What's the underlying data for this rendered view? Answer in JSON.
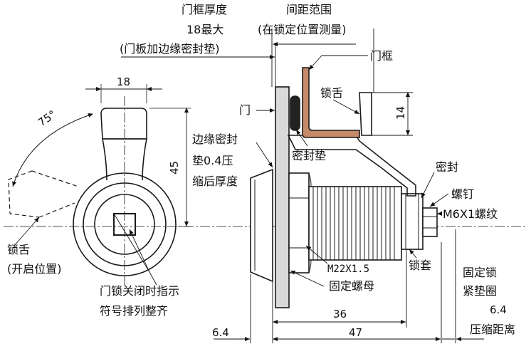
{
  "labels": {
    "frame_thickness_title": "门框厚度",
    "frame_thickness_max": "18最大",
    "frame_thickness_note": "(门板加边缘密封垫)",
    "spacing_title": "间距范围",
    "spacing_note": "(在锁定位置测量)",
    "door_frame": "门框",
    "tongue": "锁舌",
    "door": "门",
    "edge_seal_1": "边缘密封",
    "edge_seal_2": "垫0.4压",
    "edge_seal_3": "缩后厚度",
    "gasket": "密封垫",
    "seal": "密封",
    "screw": "螺钉",
    "thread_m6": "M6X1螺纹",
    "tongue_open_1": "锁舌",
    "tongue_open_2": "(开启位置)",
    "indicator_1": "门锁关闭时指示",
    "indicator_2": "符号排列整齐",
    "thread_m22": "M22X1.5",
    "fixing_nut": "固定螺母",
    "lock_sleeve": "锁套",
    "fixing_washer_1": "固定锁",
    "fixing_washer_2": "紧垫圈",
    "compress_label": "压缩距离"
  },
  "dimensions": {
    "width_18": "18",
    "height_45": "45",
    "angle": "75°",
    "tongue_14": "14",
    "len_36": "36",
    "len_47": "47",
    "left_6_4": "6.4",
    "right_6_4": "6.4"
  },
  "colors": {
    "line": "#1a1a1a",
    "panel": "#d9d9d9",
    "tongue_plate": "#c48a6a",
    "gasket": "#222222"
  }
}
